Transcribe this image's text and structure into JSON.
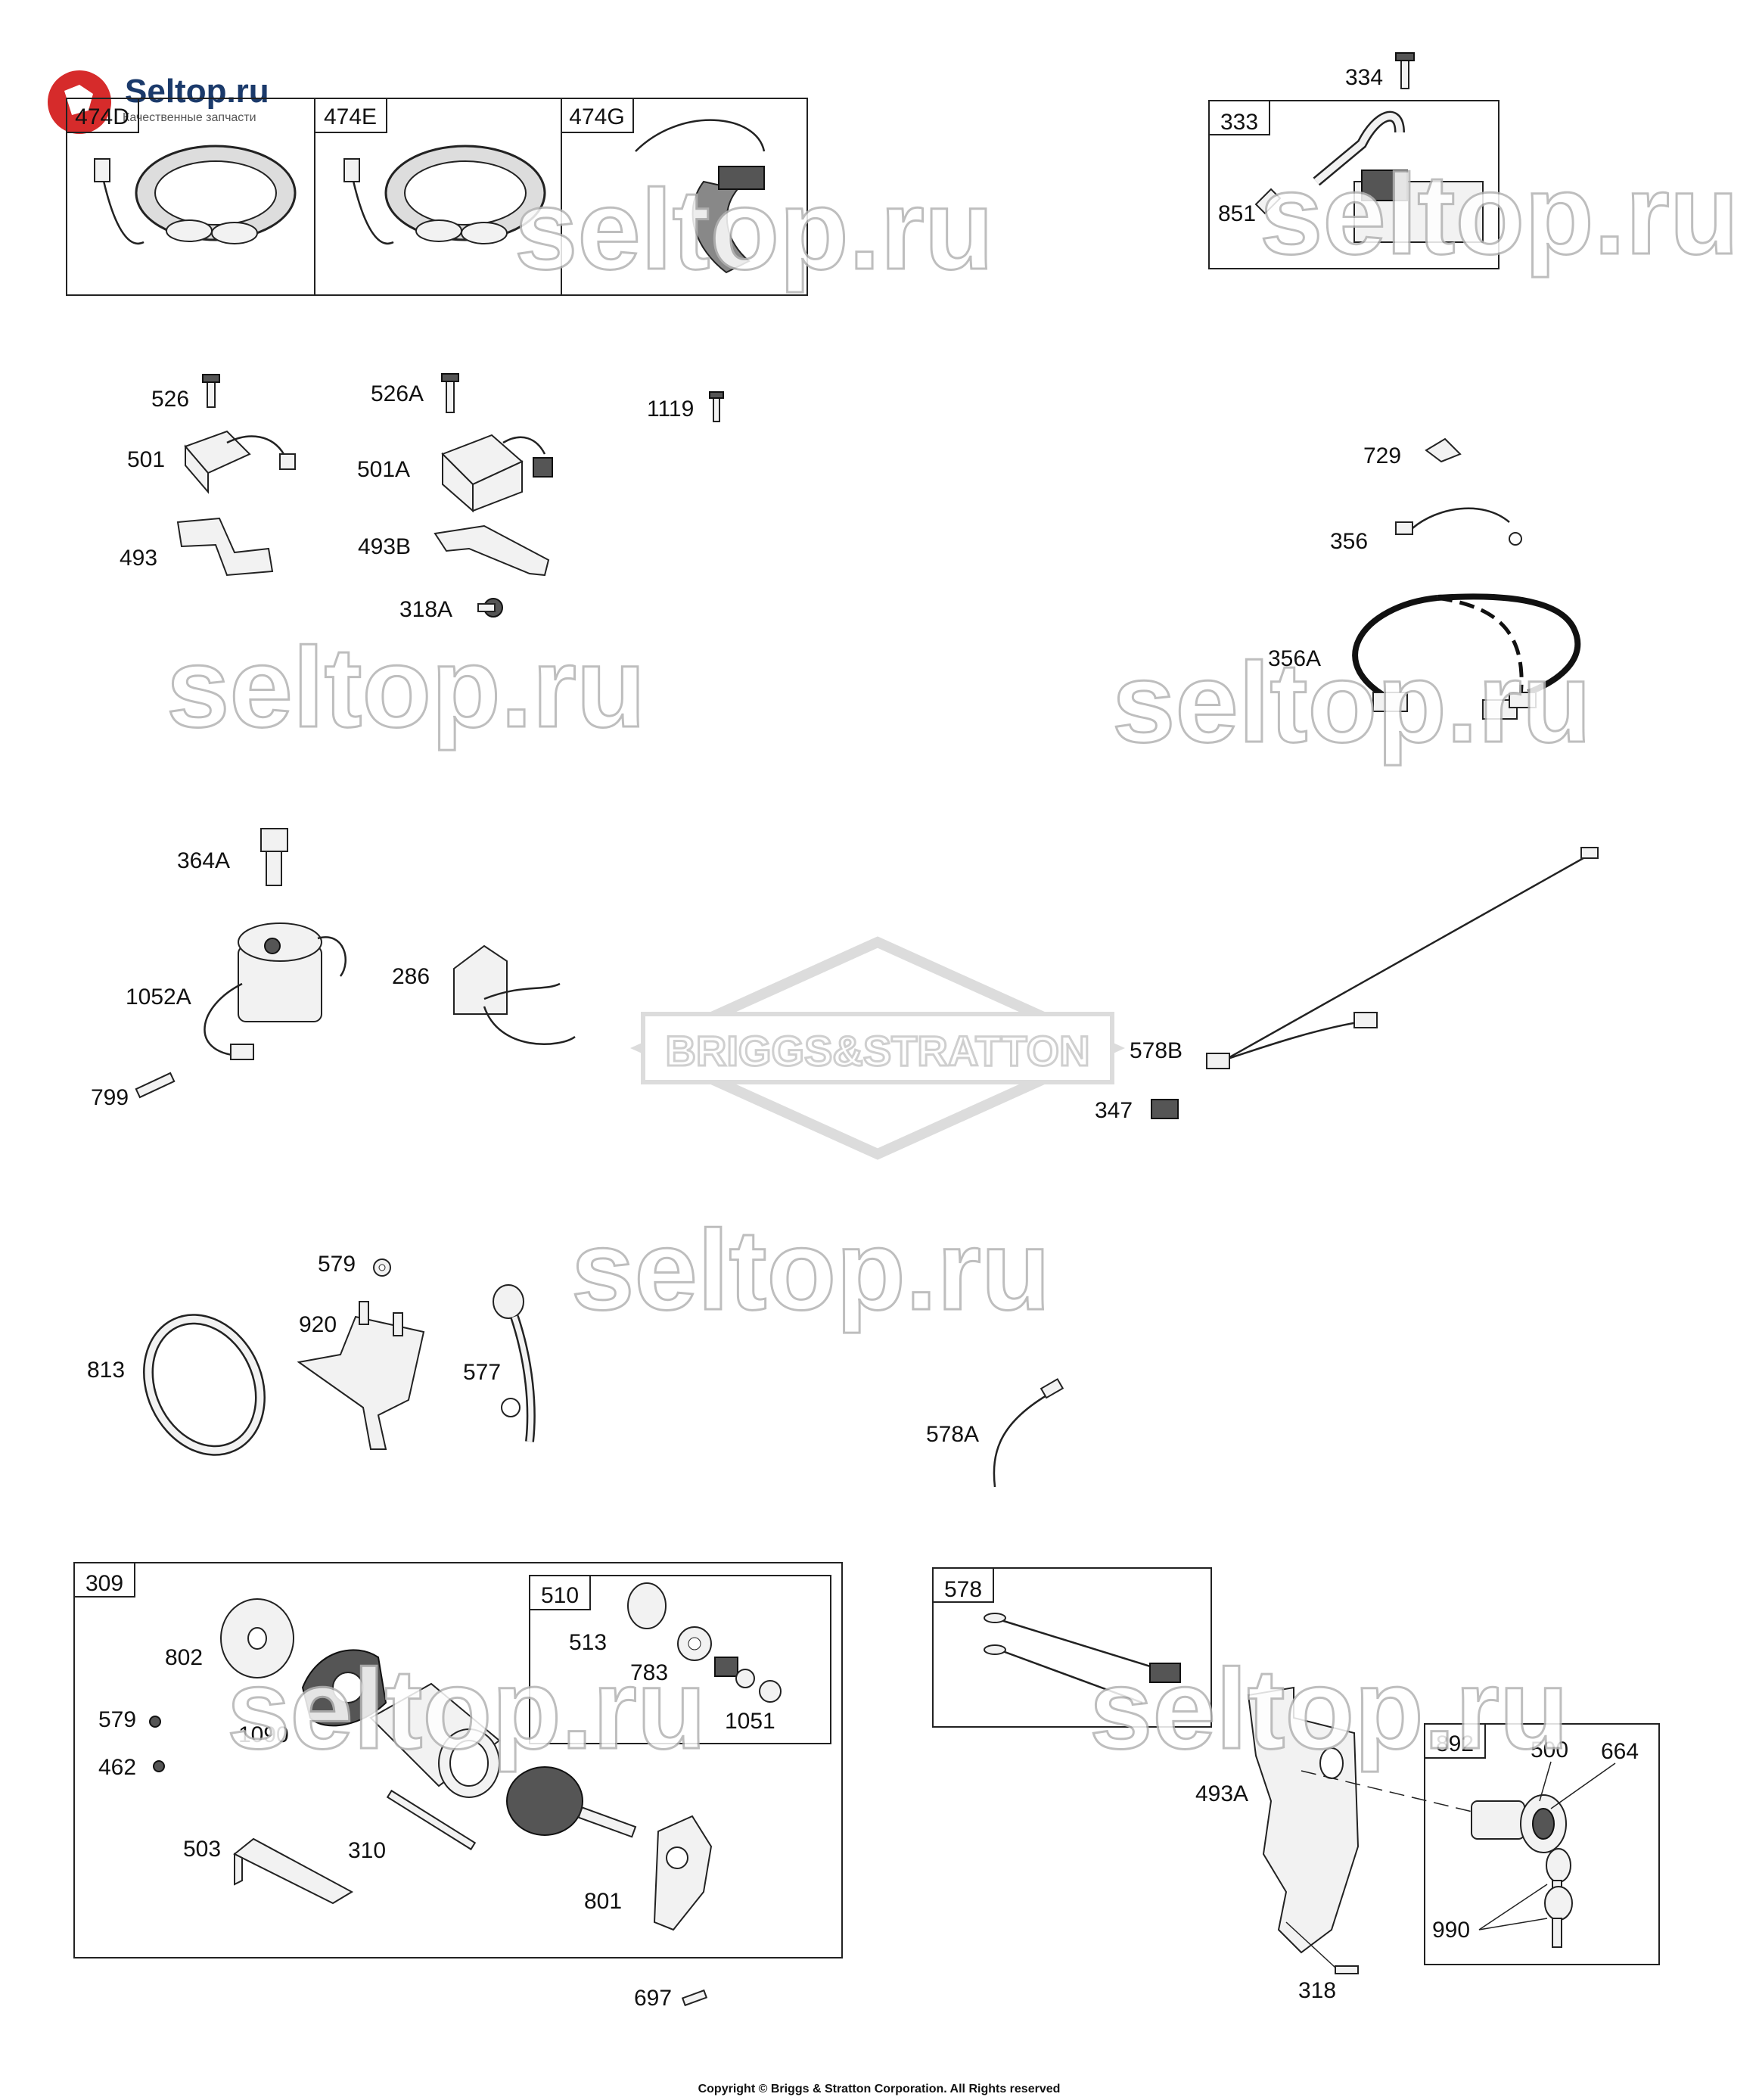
{
  "site_logo": {
    "name": "Seltop.ru",
    "tagline": "Качественные запчасти"
  },
  "watermark_text": "seltop.ru",
  "brand_watermark": "BRIGGS&STRATTON",
  "copyright": "Copyright © Briggs & Stratton Corporation. All Rights reserved",
  "boxes": {
    "b474d": "474D",
    "b474e": "474E",
    "b474g": "474G",
    "b333": "333",
    "b309": "309",
    "b510": "510",
    "b578": "578",
    "b892": "892"
  },
  "labels": {
    "p334": "334",
    "p851": "851",
    "p526": "526",
    "p526a": "526A",
    "p1119": "1119",
    "p501": "501",
    "p501a": "501A",
    "p493": "493",
    "p493b": "493B",
    "p318a": "318A",
    "p729": "729",
    "p356": "356",
    "p356a": "356A",
    "p364a": "364A",
    "p1052a": "1052A",
    "p286": "286",
    "p799": "799",
    "p578b": "578B",
    "p347": "347",
    "p579": "579",
    "p920": "920",
    "p813": "813",
    "p577": "577",
    "p578a": "578A",
    "p802": "802",
    "p579b": "579",
    "p1090": "1090",
    "p462": "462",
    "p503": "503",
    "p310": "310",
    "p801": "801",
    "p513": "513",
    "p783": "783",
    "p1051": "1051",
    "p697": "697",
    "p493a": "493A",
    "p500": "500",
    "p664": "664",
    "p990": "990",
    "p318": "318"
  },
  "icons": [
    "stator-icon",
    "regulator-icon",
    "solenoid-icon",
    "ignition-coil-icon",
    "starter-motor-icon",
    "key-switch-icon",
    "key-icon",
    "screw-icon",
    "wire-harness-icon"
  ]
}
